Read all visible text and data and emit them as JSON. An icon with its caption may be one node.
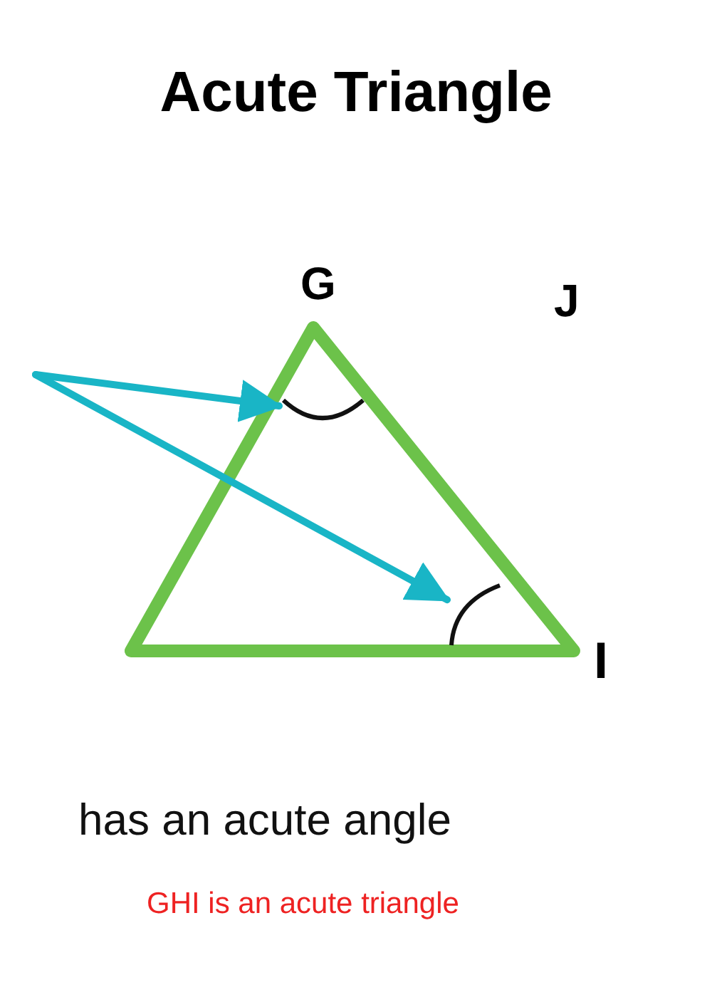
{
  "diagram": {
    "title": "Acute Triangle",
    "nodes": [
      {
        "text": [],
        "shape": "arc"
      },
      {
        "text": [],
        "shape": "arc"
      }
    ],
    "edges": [
      {
        "from": null,
        "to": 0,
        "arrow": "to"
      },
      {
        "from": null,
        "to": 1,
        "arrow": "to"
      }
    ],
    "labels": [
      "G",
      "J",
      "I",
      "has an acute angle",
      "GHI is an acute triangle"
    ]
  }
}
